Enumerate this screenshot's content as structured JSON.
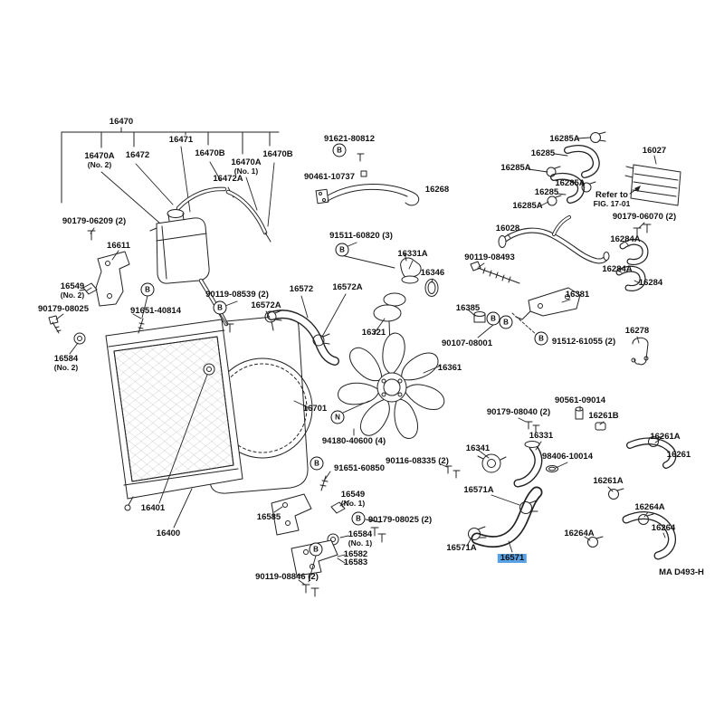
{
  "figure": {
    "code": "MA D493-H",
    "highlighted_part": "16571",
    "highlight_color": "#58a1e4",
    "line_color": "#222222"
  },
  "callouts": [
    {
      "text": "16470"
    },
    {
      "text": "16471"
    },
    {
      "text": "16470A",
      "note": "(No. 2)"
    },
    {
      "text": "16472"
    },
    {
      "text": "16470B"
    },
    {
      "text": "16470A",
      "note": "(No. 1)"
    },
    {
      "text": "16470B"
    },
    {
      "text": "16472A"
    },
    {
      "text": "91621-80812"
    },
    {
      "text": "90461-10737"
    },
    {
      "text": "16268"
    },
    {
      "text": "90179-06209 (2)"
    },
    {
      "text": "16611"
    },
    {
      "text": "16549",
      "note": "(No. 2)"
    },
    {
      "text": "90179-08025"
    },
    {
      "text": "91651-40814"
    },
    {
      "text": "16584",
      "note": "(No. 2)"
    },
    {
      "text": "90119-08539 (2)"
    },
    {
      "text": "16572A"
    },
    {
      "text": "16572"
    },
    {
      "text": "16572A"
    },
    {
      "text": "91511-60820 (3)"
    },
    {
      "text": "16331A"
    },
    {
      "text": "16346"
    },
    {
      "text": "16321"
    },
    {
      "text": "16361"
    },
    {
      "text": "16701"
    },
    {
      "text": "94180-40600 (4)"
    },
    {
      "text": "16401"
    },
    {
      "text": "16400"
    },
    {
      "text": "16585"
    },
    {
      "text": "91651-60850"
    },
    {
      "text": "16549",
      "note": "(No. 1)"
    },
    {
      "text": "90179-08025 (2)"
    },
    {
      "text": "16584",
      "note": "(No. 1)"
    },
    {
      "text": "16582"
    },
    {
      "text": "16583"
    },
    {
      "text": "90119-08846 (2)"
    },
    {
      "text": "16285A"
    },
    {
      "text": "16285"
    },
    {
      "text": "16285A"
    },
    {
      "text": "16285A"
    },
    {
      "text": "16285"
    },
    {
      "text": "16285A"
    },
    {
      "text": "16027"
    },
    {
      "text": "Refer to",
      "note": "FIG. 17-01"
    },
    {
      "text": "90179-06070 (2)"
    },
    {
      "text": "16028"
    },
    {
      "text": "16284A"
    },
    {
      "text": "16284A"
    },
    {
      "text": "16284"
    },
    {
      "text": "90119-08493"
    },
    {
      "text": "16381"
    },
    {
      "text": "16385"
    },
    {
      "text": "90107-08001"
    },
    {
      "text": "91512-61055 (2)"
    },
    {
      "text": "16278"
    },
    {
      "text": "90561-09014"
    },
    {
      "text": "90179-08040 (2)"
    },
    {
      "text": "16261B"
    },
    {
      "text": "16261A"
    },
    {
      "text": "16261"
    },
    {
      "text": "16331"
    },
    {
      "text": "16341"
    },
    {
      "text": "98406-10014"
    },
    {
      "text": "90116-08335 (2)"
    },
    {
      "text": "16571A"
    },
    {
      "text": "16261A"
    },
    {
      "text": "16264A"
    },
    {
      "text": "16264A"
    },
    {
      "text": "16264"
    },
    {
      "text": "16571A"
    },
    {
      "text": "16571"
    }
  ],
  "symbols": [
    {
      "glyph": "B"
    },
    {
      "glyph": "B"
    },
    {
      "glyph": "B"
    },
    {
      "glyph": "B"
    },
    {
      "glyph": "B"
    },
    {
      "glyph": "B"
    },
    {
      "glyph": "B"
    },
    {
      "glyph": "B"
    },
    {
      "glyph": "B"
    },
    {
      "glyph": "B"
    },
    {
      "glyph": "N"
    }
  ]
}
